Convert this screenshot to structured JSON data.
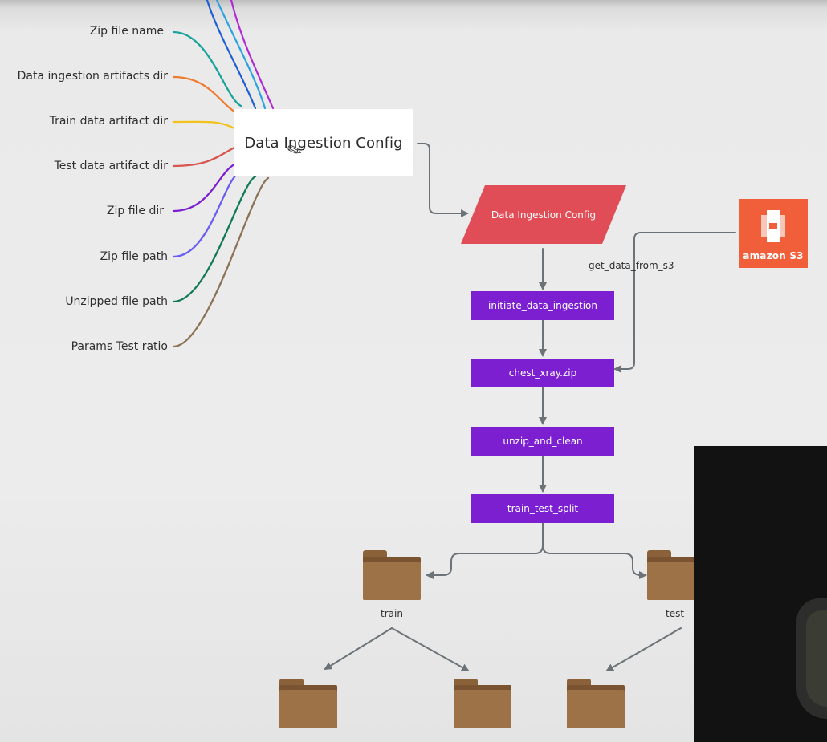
{
  "diagram": {
    "input_labels": [
      "Zip file name",
      "Data ingestion artifacts dir",
      "Train data artifact dir",
      "Test data artifact dir",
      "Zip file dir",
      "Zip file path",
      "Unzipped file path",
      "Params Test ratio"
    ],
    "input_colors": [
      "#1aa39a",
      "#ef7c2e",
      "#f1c21b",
      "#d9534f",
      "#7b1fd1",
      "#6a5cf5",
      "#127a5a",
      "#8b7355"
    ],
    "top_wire_colors": [
      "#1e5fd6",
      "#2aa3e0",
      "#b02ad6"
    ],
    "central_node": "Data Ingestion Config",
    "config_node": "Data Ingestion  Config",
    "config_color": "#e04d57",
    "steps": [
      "initiate_data_ingestion",
      "chest_xray.zip",
      "unzip_and_clean",
      "train_test_split"
    ],
    "step_color": "#7b1fd1",
    "s3_label": "amazon S3",
    "s3_color": "#f05f3a",
    "edge_label": "get_data_from_s3",
    "folders": {
      "train": "train",
      "test": "test"
    }
  }
}
